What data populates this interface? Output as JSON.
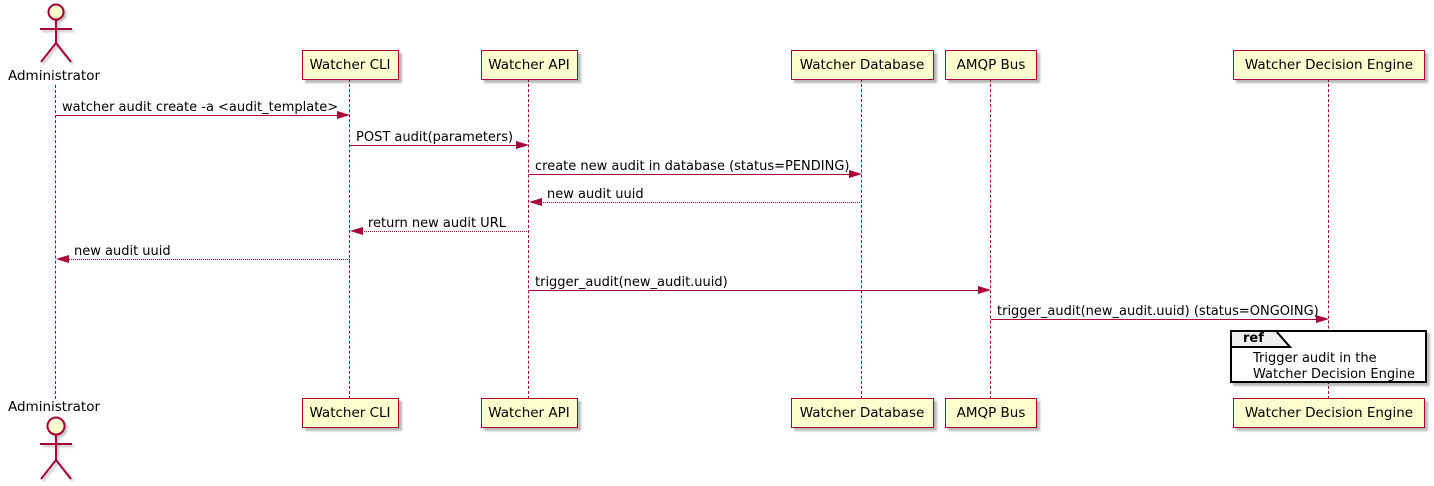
{
  "diagram": {
    "type": "sequence",
    "colors": {
      "accent": "#A80036",
      "participant_fill": "#FEFECE",
      "text": "#000000",
      "background": "#FFFFFF",
      "ref_tab_fill": "#EEEEEE",
      "ref_border": "#000000"
    },
    "participants": [
      {
        "id": "administrator",
        "label": "Administrator",
        "type": "actor"
      },
      {
        "id": "watcher-cli",
        "label": "Watcher CLI",
        "type": "box"
      },
      {
        "id": "watcher-api",
        "label": "Watcher API",
        "type": "box"
      },
      {
        "id": "watcher-database",
        "label": "Watcher Database",
        "type": "box"
      },
      {
        "id": "amqp-bus",
        "label": "AMQP Bus",
        "type": "box"
      },
      {
        "id": "watcher-decision-engine",
        "label": "Watcher Decision Engine",
        "type": "box"
      }
    ],
    "messages": [
      {
        "from": "administrator",
        "to": "watcher-cli",
        "label": "watcher audit create -a <audit_template>",
        "line": "solid"
      },
      {
        "from": "watcher-cli",
        "to": "watcher-api",
        "label": "POST audit(parameters)",
        "line": "solid"
      },
      {
        "from": "watcher-api",
        "to": "watcher-database",
        "label": "create new audit in database (status=PENDING)",
        "line": "solid"
      },
      {
        "from": "watcher-database",
        "to": "watcher-api",
        "label": "new audit uuid",
        "line": "dotted"
      },
      {
        "from": "watcher-api",
        "to": "watcher-cli",
        "label": "return new audit URL",
        "line": "dotted"
      },
      {
        "from": "watcher-cli",
        "to": "administrator",
        "label": "new audit uuid",
        "line": "dotted"
      },
      {
        "from": "watcher-api",
        "to": "amqp-bus",
        "label": "trigger_audit(new_audit.uuid)",
        "line": "solid"
      },
      {
        "from": "amqp-bus",
        "to": "watcher-decision-engine",
        "label": "trigger_audit(new_audit.uuid) (status=ONGOING)",
        "line": "solid"
      }
    ],
    "ref": {
      "keyword": "ref",
      "over": "watcher-decision-engine",
      "lines": [
        "Trigger audit in the",
        "Watcher Decision Engine"
      ]
    }
  }
}
